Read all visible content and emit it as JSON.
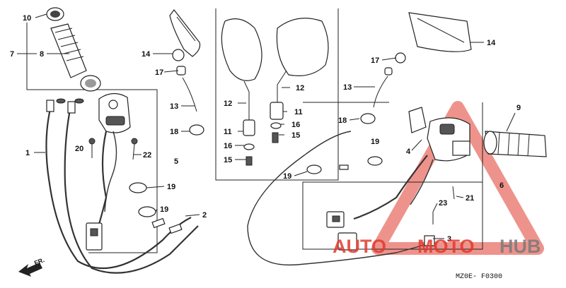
{
  "diagram": {
    "code": "MZ0E- F0300",
    "direction_label": "FR.",
    "watermark": {
      "part1": "AUTO",
      "part2": "MOTO",
      "part3": "HUB",
      "color_red": "#e03a2e",
      "color_grey": "#7a7a7a"
    },
    "callouts": [
      "10",
      "7",
      "8",
      "14",
      "17",
      "13",
      "18",
      "12",
      "12",
      "11",
      "11",
      "16",
      "16",
      "15",
      "15",
      "1",
      "20",
      "22",
      "5",
      "19",
      "19",
      "2",
      "14",
      "17",
      "13",
      "18",
      "19",
      "19",
      "9",
      "4",
      "6",
      "21",
      "23",
      "3"
    ]
  }
}
